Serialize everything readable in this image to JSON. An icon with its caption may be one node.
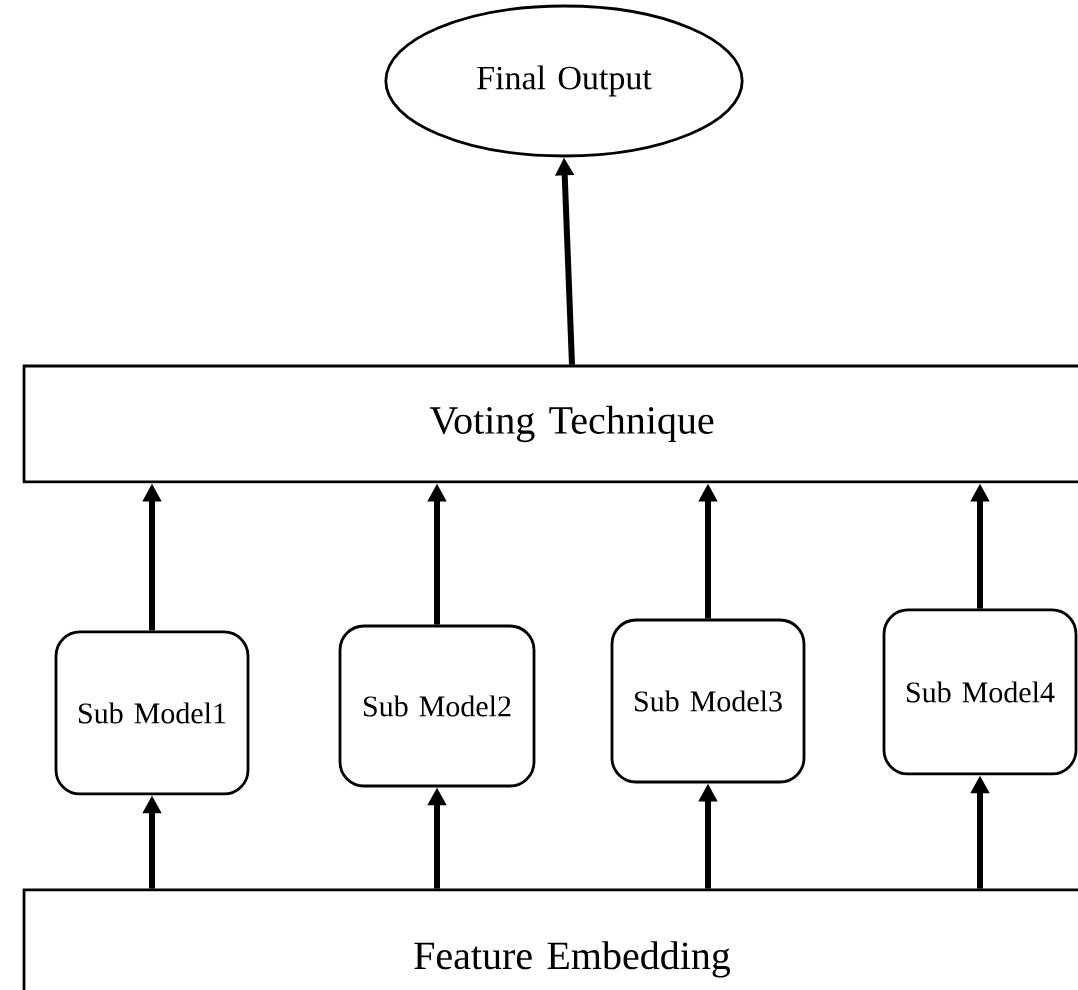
{
  "diagram": {
    "nodes": [
      {
        "text": [
          "Final Output"
        ]
      },
      {
        "text": [
          "Voting Technique"
        ]
      },
      {
        "text": [
          "Sub Model1"
        ]
      },
      {
        "text": [
          "Sub Model2"
        ]
      },
      {
        "text": [
          "Sub Model3"
        ]
      },
      {
        "text": [
          "Sub Model4"
        ]
      },
      {
        "text": [
          "Feature Embedding"
        ]
      }
    ],
    "edges": [
      {
        "from": 1,
        "to": 0,
        "arrow": "to"
      },
      {
        "from": 2,
        "to": 1,
        "arrow": "to"
      },
      {
        "from": 3,
        "to": 1,
        "arrow": "to"
      },
      {
        "from": 4,
        "to": 1,
        "arrow": "to"
      },
      {
        "from": 5,
        "to": 1,
        "arrow": "to"
      },
      {
        "from": 6,
        "to": 2,
        "arrow": "to"
      },
      {
        "from": 6,
        "to": 3,
        "arrow": "to"
      },
      {
        "from": 6,
        "to": 4,
        "arrow": "to"
      },
      {
        "from": 6,
        "to": 5,
        "arrow": "to"
      }
    ]
  }
}
